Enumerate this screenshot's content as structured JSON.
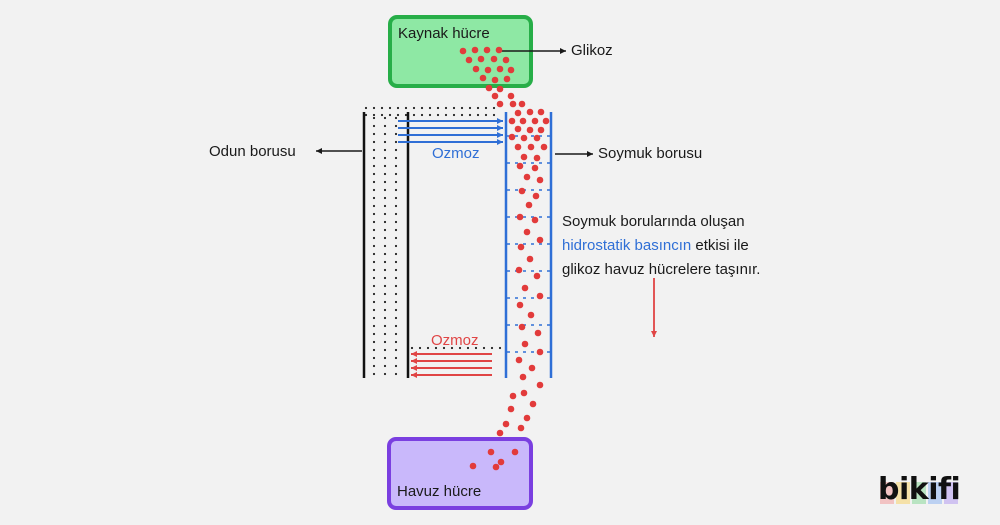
{
  "labels": {
    "source_cell": "Kaynak hücre",
    "glucose": "Glikoz",
    "xylem": "Odun borusu",
    "phloem": "Soymuk borusu",
    "osmosis_top": "Ozmoz",
    "osmosis_bottom": "Ozmoz",
    "sink_cell": "Havuz hücre"
  },
  "description": {
    "line1": "Soymuk borularında oluşan",
    "highlight": "hidrostatik basıncın",
    "line2_rest": " etkisi ile",
    "line3": "glikoz havuz hücrelere taşınır."
  },
  "brand": {
    "name": "bikifi"
  },
  "colors": {
    "background": "#f2f2f2",
    "source_fill": "#8ee8a4",
    "source_border": "#27ae48",
    "sink_fill": "#c9b8fb",
    "sink_border": "#7a3fe0",
    "phloem_blue": "#2f6fd6",
    "glucose_red": "#e23b3b",
    "osmosis_red": "#e04545"
  },
  "icons": [
    "arrow-right-icon",
    "arrow-left-icon",
    "arrow-down-icon"
  ]
}
